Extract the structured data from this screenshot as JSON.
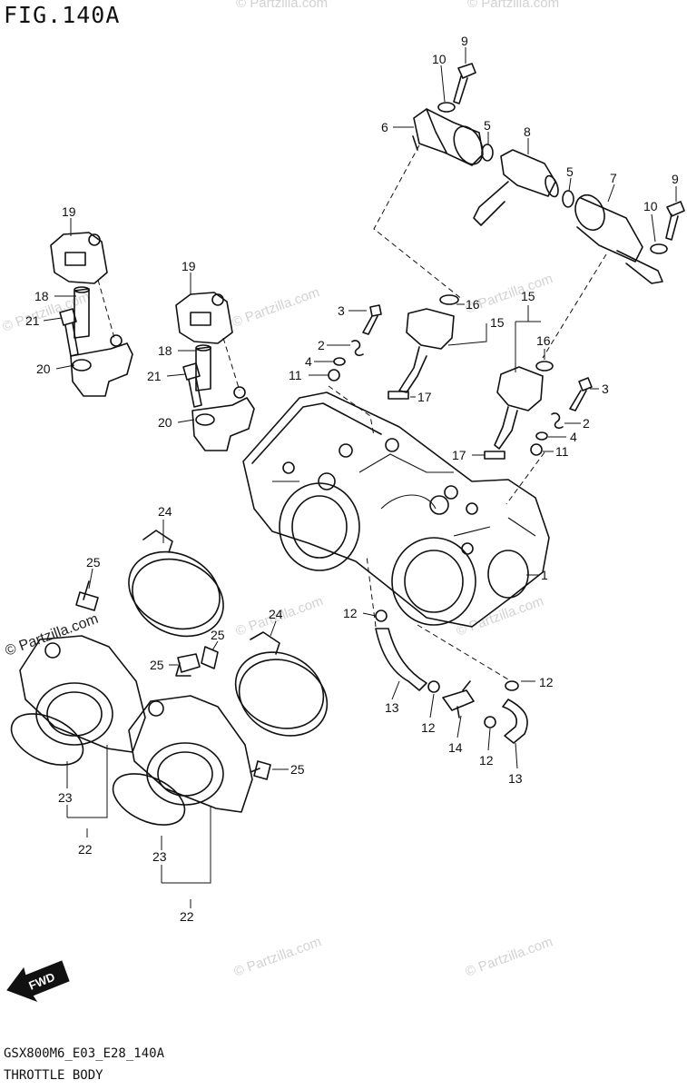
{
  "figure": {
    "title": "FIG.140A",
    "code": "GSX800M6_E03_E28_140A",
    "caption": "THROTTLE BODY"
  },
  "watermarks": [
    "© Partzilla.com",
    "© Partzilla.com",
    "© Partzilla.com",
    "© Partzilla.com",
    "© Partzilla.com",
    "© Partzilla.com",
    "© Partzilla.com",
    "© Partzilla.com",
    "© Partzilla.com"
  ],
  "brand_mark": "© Partzilla.com",
  "forward_label": "FWD",
  "callouts": [
    "9",
    "10",
    "6",
    "5",
    "8",
    "5",
    "7",
    "9",
    "10",
    "19",
    "18",
    "21",
    "20",
    "19",
    "18",
    "21",
    "20",
    "3",
    "2",
    "4",
    "11",
    "16",
    "15",
    "17",
    "15",
    "16",
    "3",
    "2",
    "4",
    "11",
    "17",
    "1",
    "24",
    "25",
    "25",
    "25",
    "24",
    "23",
    "22",
    "25",
    "23",
    "22",
    "12",
    "13",
    "12",
    "14",
    "12",
    "13",
    "12"
  ]
}
